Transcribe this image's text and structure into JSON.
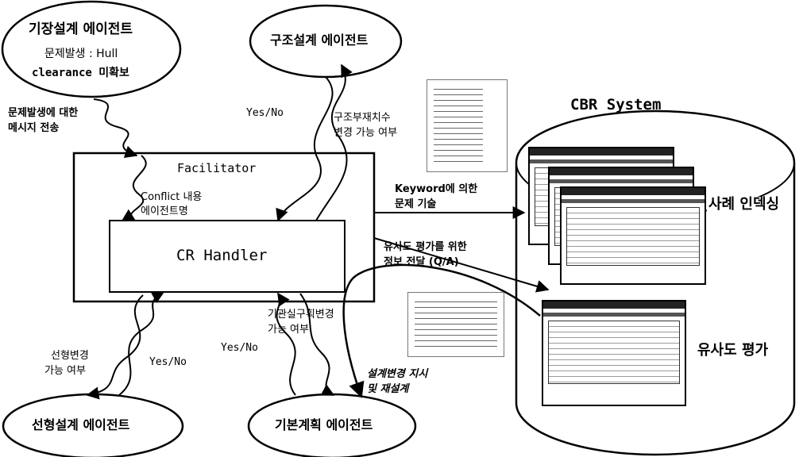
{
  "agents": {
    "hull_form": {
      "title": "기장설계 에이전트",
      "problem_line1": "문제발생 : Hull",
      "problem_line2": "clearance 미확보"
    },
    "structure": {
      "title": "구조설계 에이전트"
    },
    "lines": {
      "title": "선형설계 에이전트"
    },
    "basic": {
      "title": "기본계획 에이전트"
    }
  },
  "facilitator": {
    "title": "Facilitator",
    "conflict_line1": "Conflict 내용",
    "conflict_line2": "에이전트명",
    "handler": "CR Handler"
  },
  "labels": {
    "problem_msg_line1": "문제발생에 대한",
    "problem_msg_line2": "메시지 전송",
    "yes_no": "Yes/No",
    "struct_q_line1": "구조부재치수",
    "struct_q_line2": "변경 가능 여부",
    "lines_q_line1": "선형변경",
    "lines_q_line2": "가능 여부",
    "engine_q_line1": "기관실구획변경",
    "engine_q_line2": "가능 여부",
    "keyword_line1": "Keyword에 의한",
    "keyword_line2": "문제 기술",
    "similarity_info_line1": "유사도 평가를 위한",
    "similarity_info_line2": "정보 전달 (Q/A)",
    "redesign_line1": "설계변경 지시",
    "redesign_line2": "및 재설계"
  },
  "cbr": {
    "title": "CBR System",
    "case_indexing": "사례 인덱싱",
    "similarity_eval": "유사도 평가"
  }
}
